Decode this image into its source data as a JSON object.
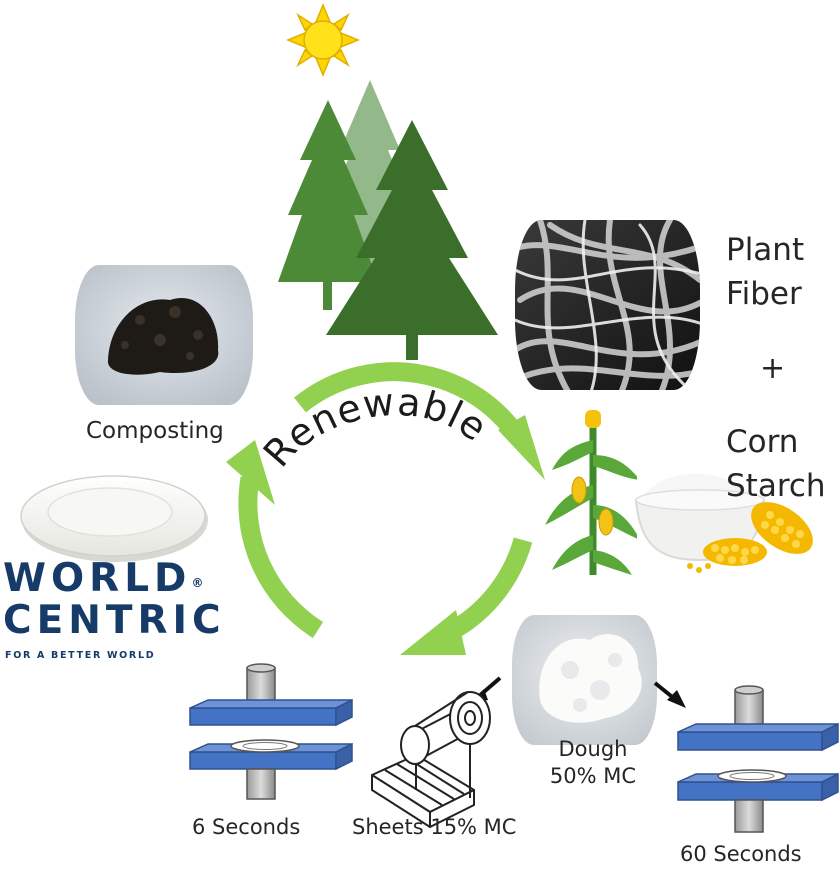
{
  "center_label": "Renewable",
  "inputs": {
    "plant_fiber_line1": "Plant",
    "plant_fiber_line2": "Fiber",
    "plus": "+",
    "corn_starch_line1": "Corn",
    "corn_starch_line2": "Starch"
  },
  "stages": {
    "composting": "Composting",
    "dough_line1": "Dough",
    "dough_line2": "50% MC",
    "sheets": "Sheets 15% MC",
    "press_short": "6 Seconds",
    "press_long": "60 Seconds"
  },
  "brand": {
    "line1": "WORLD",
    "line2": "CENTRIC",
    "registered": "®",
    "tagline": "FOR A BETTER WORLD"
  },
  "colors": {
    "cycle_arrow": "#92d050",
    "tree_dark": "#3a6e2a",
    "tree_mid": "#4c8a38",
    "tree_light": "#93b98a",
    "press_plate": "#4472c4",
    "brand_navy": "#173b69",
    "sun": "#ffd700"
  }
}
